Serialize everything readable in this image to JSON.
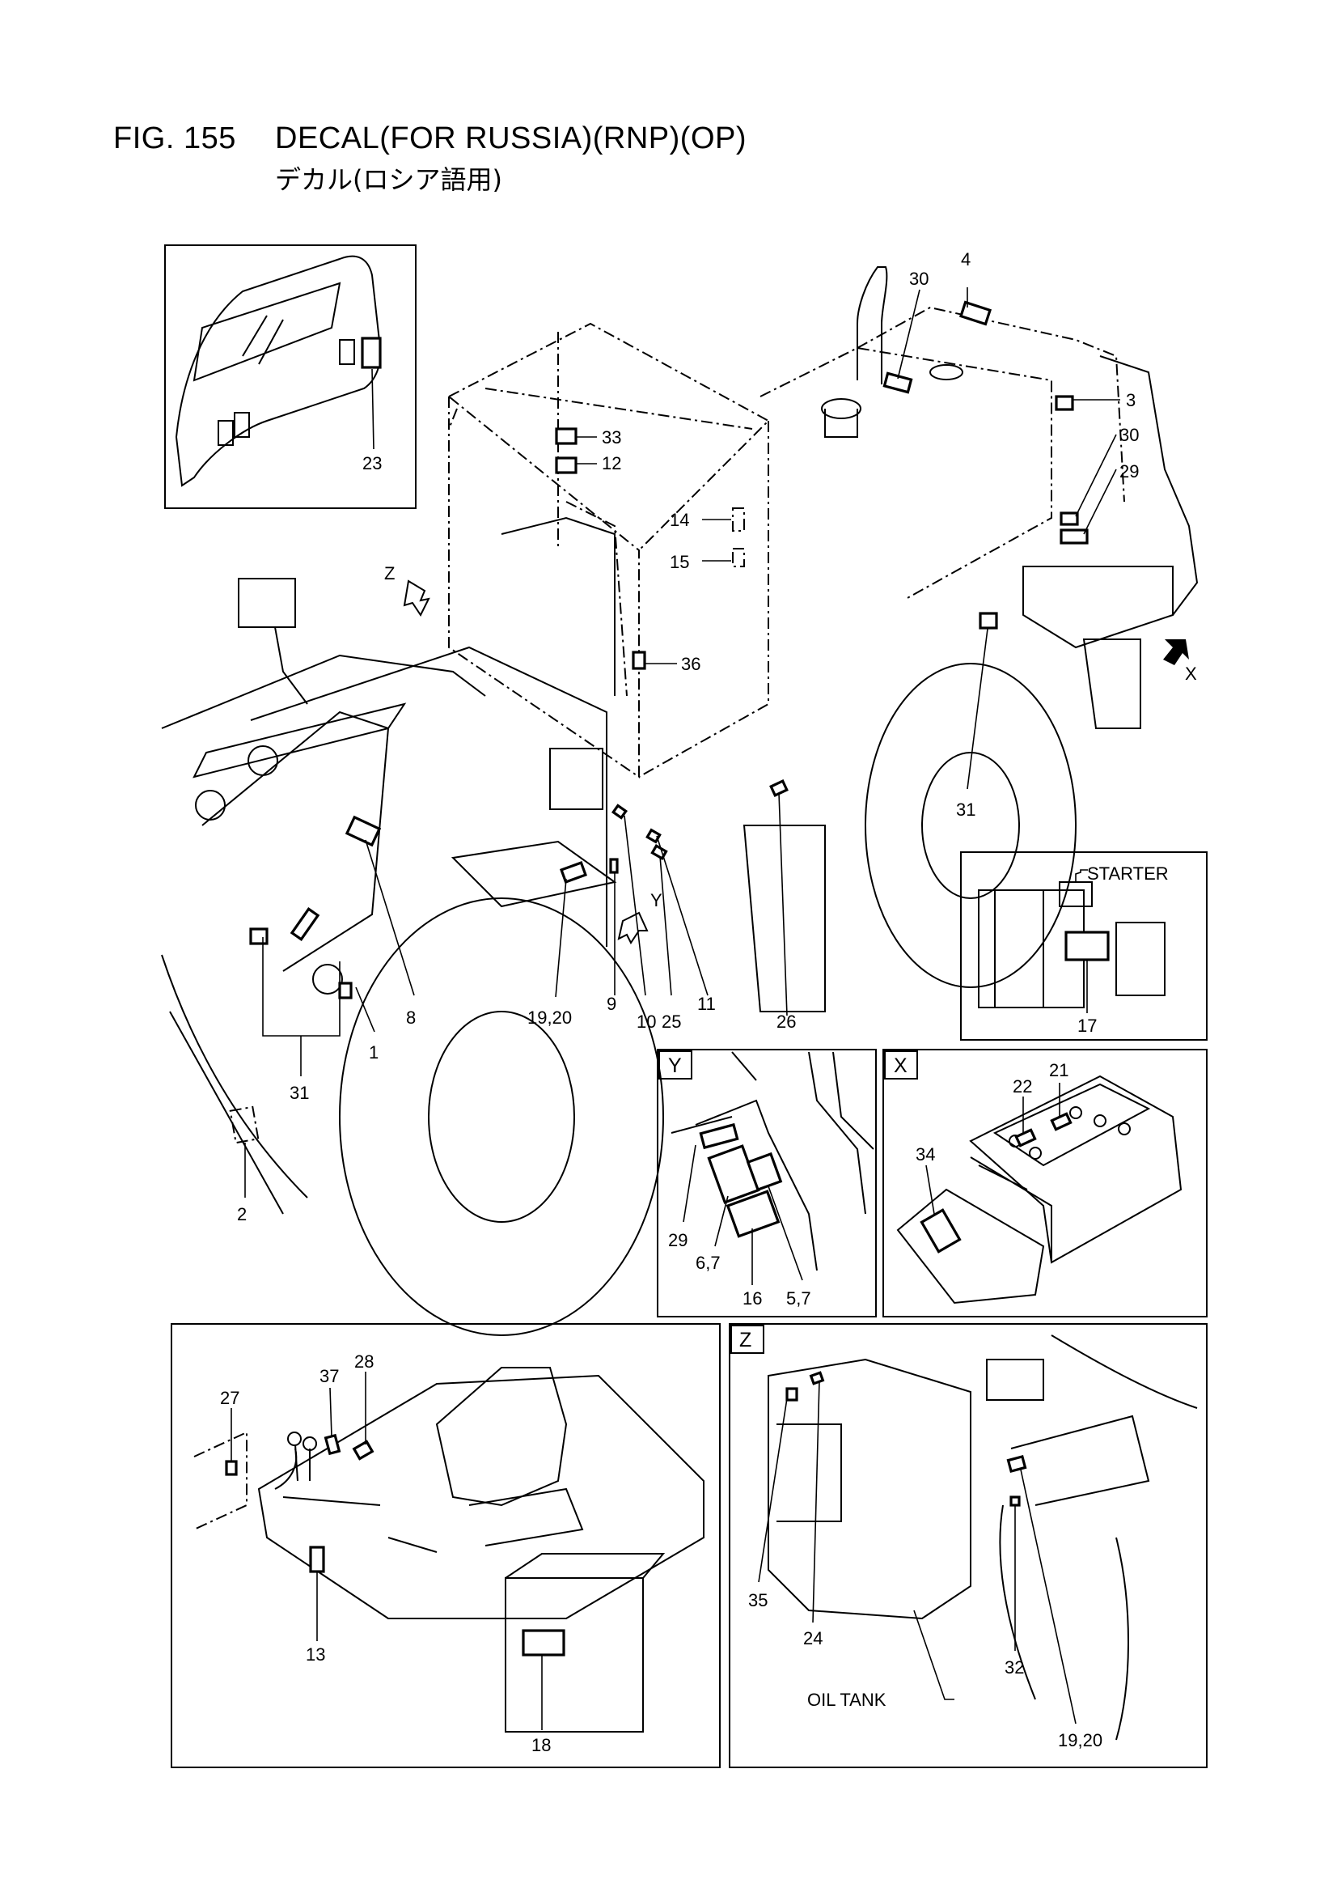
{
  "title": {
    "figure": "FIG. 155",
    "name": "DECAL(FOR RUSSIA)(RNP)(OP)",
    "subtitle": "デカル(ロシア語用)"
  },
  "views": {
    "Y": "Y",
    "X": "X",
    "Z": "Z",
    "starter": "STARTER",
    "oil_tank": "OIL TANK"
  },
  "callouts": {
    "main": [
      "4",
      "30",
      "3",
      "30",
      "29",
      "33",
      "12",
      "14",
      "15",
      "36",
      "31",
      "8",
      "1",
      "19,20",
      "9",
      "10",
      "25",
      "11",
      "26",
      "31",
      "2",
      "23",
      "Z",
      "Y",
      "X"
    ],
    "starter": [
      "17"
    ],
    "y_view": [
      "29",
      "6,7",
      "16",
      "5,7"
    ],
    "x_view": [
      "22",
      "21",
      "34"
    ],
    "cab_view": [
      "27",
      "37",
      "28",
      "13",
      "18"
    ],
    "z_view": [
      "35",
      "24",
      "32",
      "19,20"
    ]
  }
}
